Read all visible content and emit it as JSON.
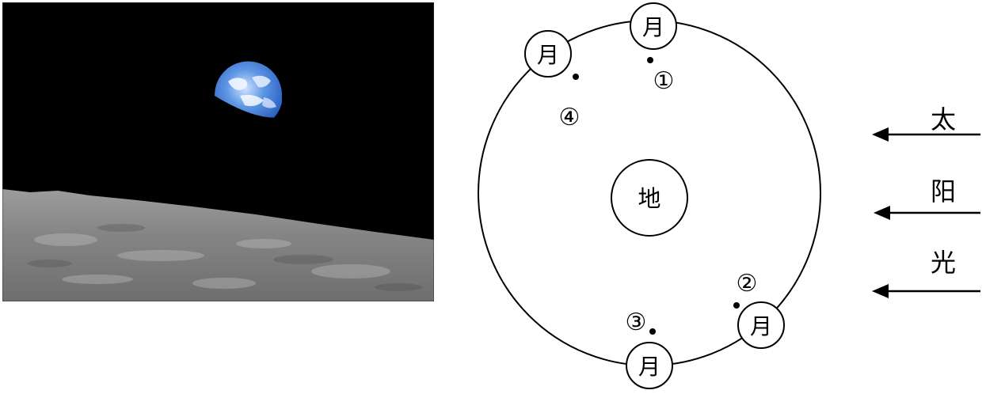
{
  "photo": {
    "space_color": "#000000",
    "earth_ocean_color": "#3f7fd6",
    "moon_surface_color": "#8e8e8e"
  },
  "diagram": {
    "earth_label": "地",
    "moon_label": "月",
    "positions": [
      {
        "id": "1",
        "marker": "①"
      },
      {
        "id": "2",
        "marker": "②"
      },
      {
        "id": "3",
        "marker": "③"
      },
      {
        "id": "4",
        "marker": "④"
      }
    ],
    "sunlight": {
      "chars": [
        "太",
        "阳",
        "光"
      ],
      "direction": "right-to-left"
    }
  }
}
